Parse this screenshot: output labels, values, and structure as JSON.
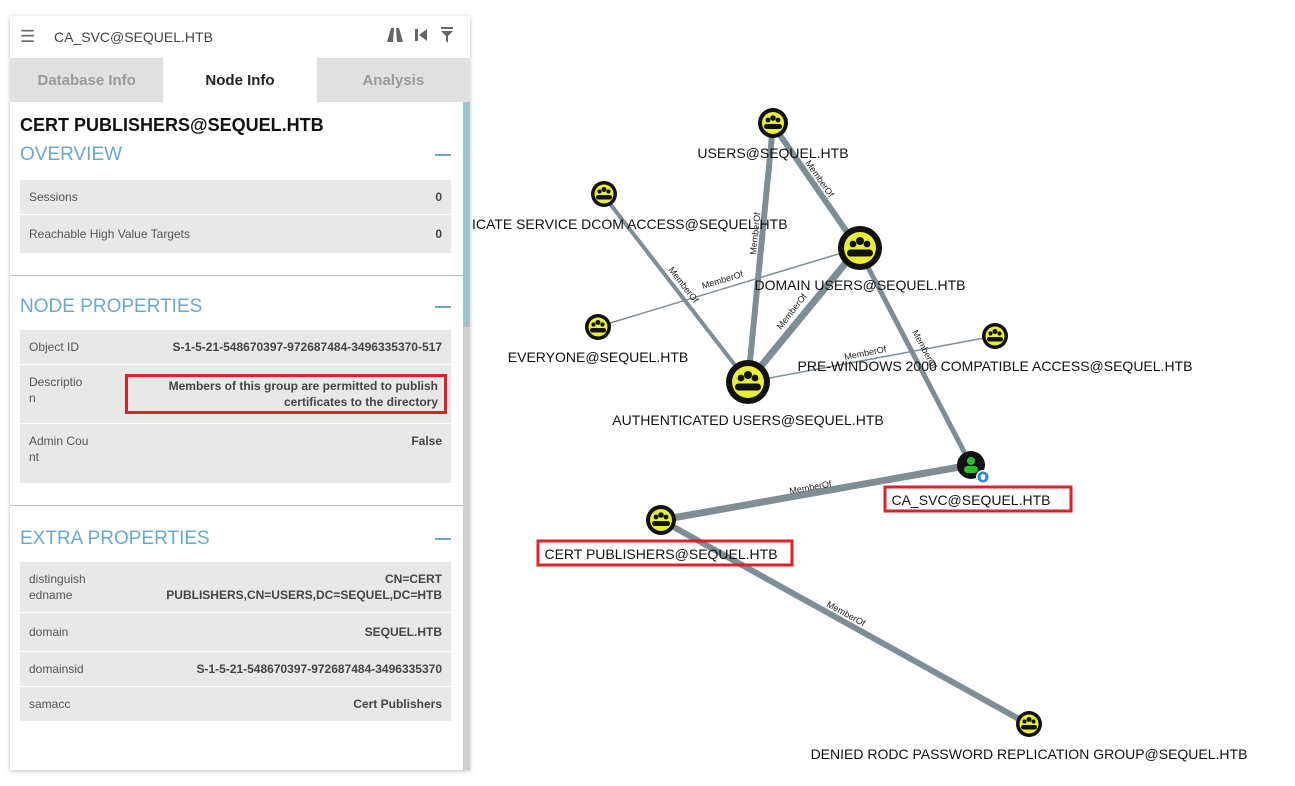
{
  "search": {
    "value": "CA_SVC@SEQUEL.HTB"
  },
  "toolbar": {
    "menu_icon": "menu-icon",
    "path_icon": "pathfinding-icon",
    "back_icon": "back-icon",
    "filter_icon": "filter-icon"
  },
  "tabs": [
    {
      "label": "Database Info",
      "active": false
    },
    {
      "label": "Node Info",
      "active": true
    },
    {
      "label": "Analysis",
      "active": false
    }
  ],
  "node": {
    "title": "CERT PUBLISHERS@SEQUEL.HTB"
  },
  "overview": {
    "title": "OVERVIEW",
    "rows": [
      {
        "key": "Sessions",
        "value": "0"
      },
      {
        "key": "Reachable High Value Targets",
        "value": "0"
      }
    ]
  },
  "node_properties": {
    "title": "NODE PROPERTIES",
    "rows": [
      {
        "key": "Object ID",
        "value": "S-1-5-21-548670397-972687484-3496335370-517"
      },
      {
        "key": "Description",
        "value": "Members of this group are permitted to publish certificates to the directory"
      },
      {
        "key": "Admin Count",
        "value": "False"
      }
    ]
  },
  "extra_properties": {
    "title": "EXTRA PROPERTIES",
    "rows": [
      {
        "key": "distinguishedname",
        "value": "CN=CERT PUBLISHERS,CN=USERS,DC=SEQUEL,DC=HTB"
      },
      {
        "key": "domain",
        "value": "SEQUEL.HTB"
      },
      {
        "key": "domainsid",
        "value": "S-1-5-21-548670397-972687484-3496335370"
      },
      {
        "key": "samacc",
        "value": "Cert Publishers"
      }
    ]
  },
  "graph": {
    "edge_label": "MemberOf",
    "nodes": [
      {
        "id": "users",
        "label": "USERS@SEQUEL.HTB",
        "type": "group"
      },
      {
        "id": "dcom",
        "label": "ICATE SERVICE DCOM ACCESS@SEQUEL.HTB",
        "type": "group"
      },
      {
        "id": "domainusers",
        "label": "DOMAIN USERS@SEQUEL.HTB",
        "type": "group"
      },
      {
        "id": "everyone",
        "label": "EVERYONE@SEQUEL.HTB",
        "type": "group"
      },
      {
        "id": "prewin",
        "label": "PRE-WINDOWS 2000 COMPATIBLE ACCESS@SEQUEL.HTB",
        "type": "group"
      },
      {
        "id": "authusers",
        "label": "AUTHENTICATED USERS@SEQUEL.HTB",
        "type": "group"
      },
      {
        "id": "casvc",
        "label": "CA_SVC@SEQUEL.HTB",
        "type": "user",
        "highlighted": true
      },
      {
        "id": "certpub",
        "label": "CERT PUBLISHERS@SEQUEL.HTB",
        "type": "group",
        "highlighted": true
      },
      {
        "id": "denied",
        "label": "DENIED RODC PASSWORD REPLICATION GROUP@SEQUEL.HTB",
        "type": "group"
      }
    ],
    "colors": {
      "group_fill": "#e8ee3a",
      "node_outline": "#111111",
      "user_fill": "#27c227",
      "edge": "#7f8d95",
      "highlight": "#d9222a",
      "owned_badge": "#2f88e0"
    }
  }
}
